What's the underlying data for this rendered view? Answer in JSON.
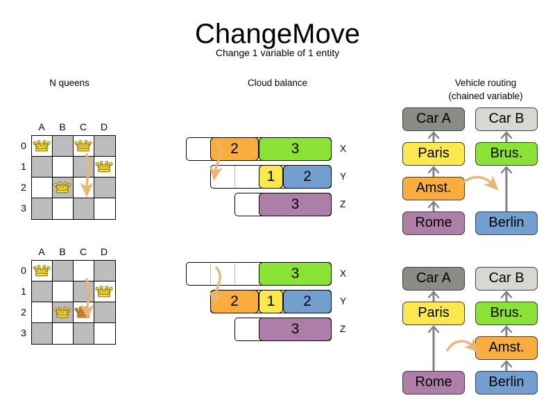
{
  "header": {
    "title": "ChangeMove",
    "subtitle": "Change 1 variable of 1 entity"
  },
  "columns": {
    "nqueens": {
      "heading": "N queens"
    },
    "cloud": {
      "heading": "Cloud balance"
    },
    "routing": {
      "heading_line1": "Vehicle routing",
      "heading_line2": "(chained variable)"
    }
  },
  "nqueens": {
    "files": [
      "A",
      "B",
      "C",
      "D"
    ],
    "ranks": [
      "0",
      "1",
      "2",
      "3"
    ],
    "before": {
      "queens": [
        {
          "file": "A",
          "rank": "0",
          "moved": false
        },
        {
          "file": "C",
          "rank": "0",
          "moved": false
        },
        {
          "file": "D",
          "rank": "1",
          "moved": false
        },
        {
          "file": "B",
          "rank": "2",
          "moved": false
        }
      ],
      "move_arrow": {
        "from": "C0",
        "to": "C2"
      }
    },
    "after": {
      "queens": [
        {
          "file": "A",
          "rank": "0",
          "moved": false
        },
        {
          "file": "D",
          "rank": "1",
          "moved": false
        },
        {
          "file": "B",
          "rank": "2",
          "moved": false
        },
        {
          "file": "C",
          "rank": "2",
          "moved": true
        }
      ],
      "move_arrow": {
        "from": "C0",
        "to": "C2"
      }
    }
  },
  "cloud_balance": {
    "before": {
      "rows": [
        {
          "label": "X",
          "processes": [
            {
              "value": "2",
              "color": "orange"
            },
            {
              "value": "3",
              "color": "green"
            }
          ]
        },
        {
          "label": "Y",
          "processes": [
            {
              "value": "1",
              "color": "yellow"
            },
            {
              "value": "2",
              "color": "blue"
            }
          ]
        },
        {
          "label": "Z",
          "processes": [
            {
              "value": "3",
              "color": "purple"
            }
          ]
        }
      ]
    },
    "after": {
      "rows": [
        {
          "label": "X",
          "processes": [
            {
              "value": "3",
              "color": "green"
            }
          ]
        },
        {
          "label": "Y",
          "processes": [
            {
              "value": "2",
              "color": "orange"
            },
            {
              "value": "1",
              "color": "yellow"
            },
            {
              "value": "2",
              "color": "blue"
            }
          ]
        },
        {
          "label": "Z",
          "processes": [
            {
              "value": "3",
              "color": "purple"
            }
          ]
        }
      ]
    },
    "moved_process": "2"
  },
  "vehicle_routing": {
    "before": {
      "chain_a": [
        "Rome",
        "Amst.",
        "Paris",
        "Car A"
      ],
      "chain_b": [
        "Berlin",
        "Brus.",
        "Car B"
      ]
    },
    "after": {
      "chain_a": [
        "Rome",
        "Paris",
        "Car A"
      ],
      "chain_b": [
        "Berlin",
        "Amst.",
        "Brus.",
        "Car B"
      ]
    },
    "nodes": {
      "car_a": "Car A",
      "car_b": "Car B",
      "paris": "Paris",
      "brussels": "Brus.",
      "amsterdam": "Amst.",
      "rome": "Rome",
      "berlin": "Berlin"
    },
    "moved_node": "Amst."
  },
  "colors": {
    "orange": "#f9ad3c",
    "green": "#8ae234",
    "yellow": "#fbe84f",
    "blue": "#729fcf",
    "purple": "#ad7fa8",
    "gray_dark": "#8a8c87",
    "gray_light": "#d5d9d1",
    "board_dark": "#bdbdbd",
    "arrow": "#e8b775",
    "queen": "#fcdf3c",
    "queen_moved": "#d9922e"
  }
}
